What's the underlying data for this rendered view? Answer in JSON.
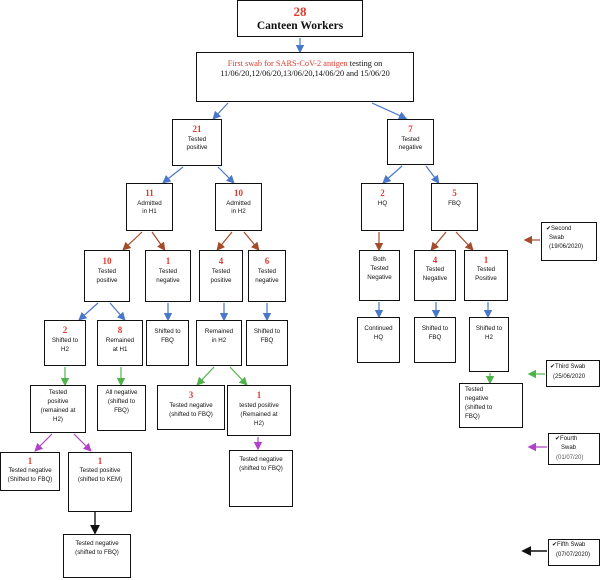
{
  "colors": {
    "blue": "#4a78c8",
    "brown": "#a34b2a",
    "green": "#4fb34a",
    "purple": "#b142c8",
    "black": "#111111",
    "red": "#e03a2e"
  },
  "root": {
    "count": "28",
    "label": "Canteen Workers"
  },
  "first_swab": {
    "red_part": "First swab for SARS-CoV-2 antigen",
    "rest": " testing on",
    "dates": "11/06/20,12/06/20,13/06/20,14/06/20 and 15/06/20"
  },
  "tested_positive_root": {
    "count": "21",
    "l1": "Tested",
    "l2": "positive"
  },
  "tested_negative_root": {
    "count": "7",
    "l1": "Tested",
    "l2": "negative"
  },
  "admitted_h1": {
    "count": "11",
    "l1": "Admitted",
    "l2": "in H1"
  },
  "admitted_h2": {
    "count": "10",
    "l1": "Admitted",
    "l2": "in H2"
  },
  "hq": {
    "count": "2",
    "l1": "HQ"
  },
  "fbq": {
    "count": "5",
    "l1": "FBQ"
  },
  "h1_positive": {
    "count": "10",
    "l1": "Tested",
    "l2": "positive"
  },
  "h1_negative": {
    "count": "1",
    "l1": "Tested",
    "l2": "negative"
  },
  "h2_positive": {
    "count": "4",
    "l1": "Tested",
    "l2": "positive"
  },
  "h2_negative": {
    "count": "6",
    "l1": "Tested",
    "l2": "negative"
  },
  "hq_both": {
    "l1": "Both",
    "l2": "Tested",
    "l3": "Negative"
  },
  "fbq_negative": {
    "count": "4",
    "l1": "Tested",
    "l2": "Negative"
  },
  "fbq_positive": {
    "count": "1",
    "l1": "Tested",
    "l2": "Positive"
  },
  "shifted_h2_2": {
    "count": "2",
    "l1": "Shifted to",
    "l2": "H2"
  },
  "remained_h1": {
    "count": "8",
    "l1": "Remained",
    "l2": "at H1"
  },
  "shifted_fbq_a": {
    "l1": "Shifted to",
    "l2": "FBQ"
  },
  "remained_h2": {
    "l1": "Remained",
    "l2": "in H2"
  },
  "shifted_fbq_b": {
    "l1": "Shifted to",
    "l2": "FBQ"
  },
  "continued_hq": {
    "l1": "Continued",
    "l2": "HQ"
  },
  "shifted_fbq_c": {
    "l1": "Shifted to",
    "l2": "FBQ"
  },
  "shifted_h2_c": {
    "l1": "Shifted to",
    "l2": "H2"
  },
  "pos_remained_h2": {
    "l1": "Tested",
    "l2": "positive",
    "l3": "(remained at",
    "l4": "H2)"
  },
  "all_negative": {
    "l1": "All negative",
    "l2": "(shifted to",
    "l3": "FBQ)"
  },
  "neg_shift_fbq_3": {
    "count": "3",
    "l1": "Tested negative",
    "l2": "(shifted to FBQ)"
  },
  "pos_remained_h2_1": {
    "count": "1",
    "l1": "tested positive",
    "l2": "(Remained at",
    "l3": "H2)"
  },
  "third_swab_neg": {
    "l1": "Tested",
    "l2": "negative",
    "l3": "(shifted to",
    "l4": "FBQ)"
  },
  "neg_fbq_1": {
    "count": "1",
    "l1": "Tested negative",
    "l2": "(Shifted to FBQ)"
  },
  "pos_kem_1": {
    "count": "1",
    "l1": "Tested positive",
    "l2": "(shifted to KEM)"
  },
  "fourth_neg": {
    "l1": "Tested negative",
    "l2": "(shifted to FBQ)"
  },
  "fifth_neg": {
    "l1": "Tested negative",
    "l2": "(shifted to FBQ)"
  },
  "swab_labels": [
    {
      "check": "✔",
      "l1": "Second",
      "l2": "Swab",
      "l3": "(19/06/2020)"
    },
    {
      "check": "✔",
      "l1": "Third Swab",
      "l2": "(25/06/2020"
    },
    {
      "check": "✔",
      "l1": "Fourth",
      "l2": "Swab",
      "l3": "(01/07/20)"
    },
    {
      "check": "✔",
      "l1": "Fifth Swab",
      "l2": "(07/07/2020)"
    }
  ]
}
